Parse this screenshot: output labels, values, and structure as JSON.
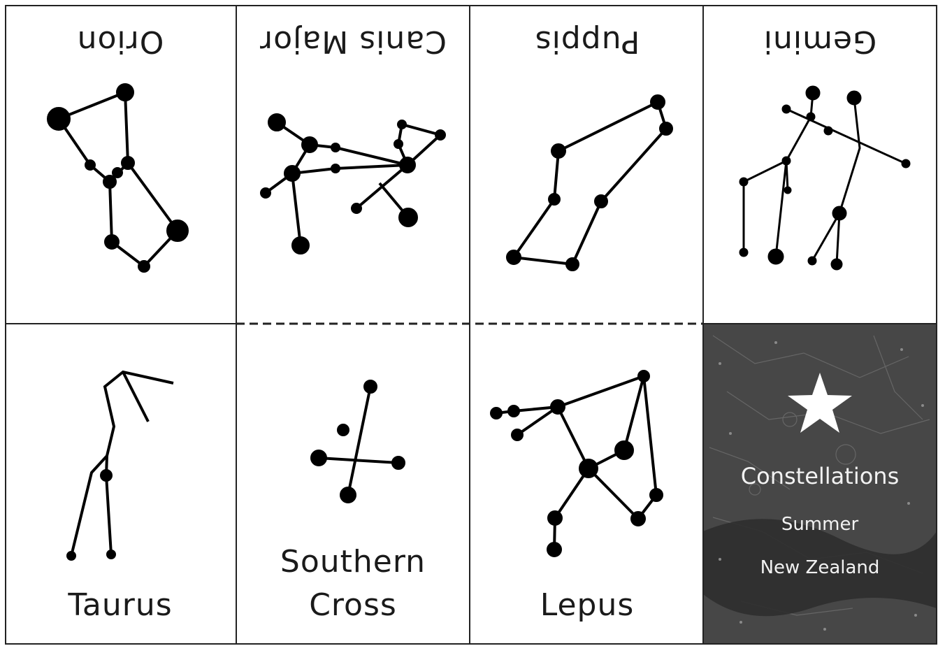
{
  "cards": [
    {
      "id": "orion",
      "name": "Orion",
      "inverted": true
    },
    {
      "id": "canis-major",
      "name": "Canis Major",
      "inverted": true
    },
    {
      "id": "puppis",
      "name": "Puppis",
      "inverted": true
    },
    {
      "id": "gemini",
      "name": "Gemini",
      "inverted": true
    },
    {
      "id": "taurus",
      "name": "Taurus",
      "inverted": false
    },
    {
      "id": "southern-cross",
      "name_line1": "Southern",
      "name_line2": "Cross",
      "inverted": false
    },
    {
      "id": "lepus",
      "name": "Lepus",
      "inverted": false
    }
  ],
  "cover": {
    "title": "Constellations",
    "season": "Summer",
    "region": "New Zealand",
    "icon": "star-icon",
    "background_color": "#4a4a4a"
  }
}
